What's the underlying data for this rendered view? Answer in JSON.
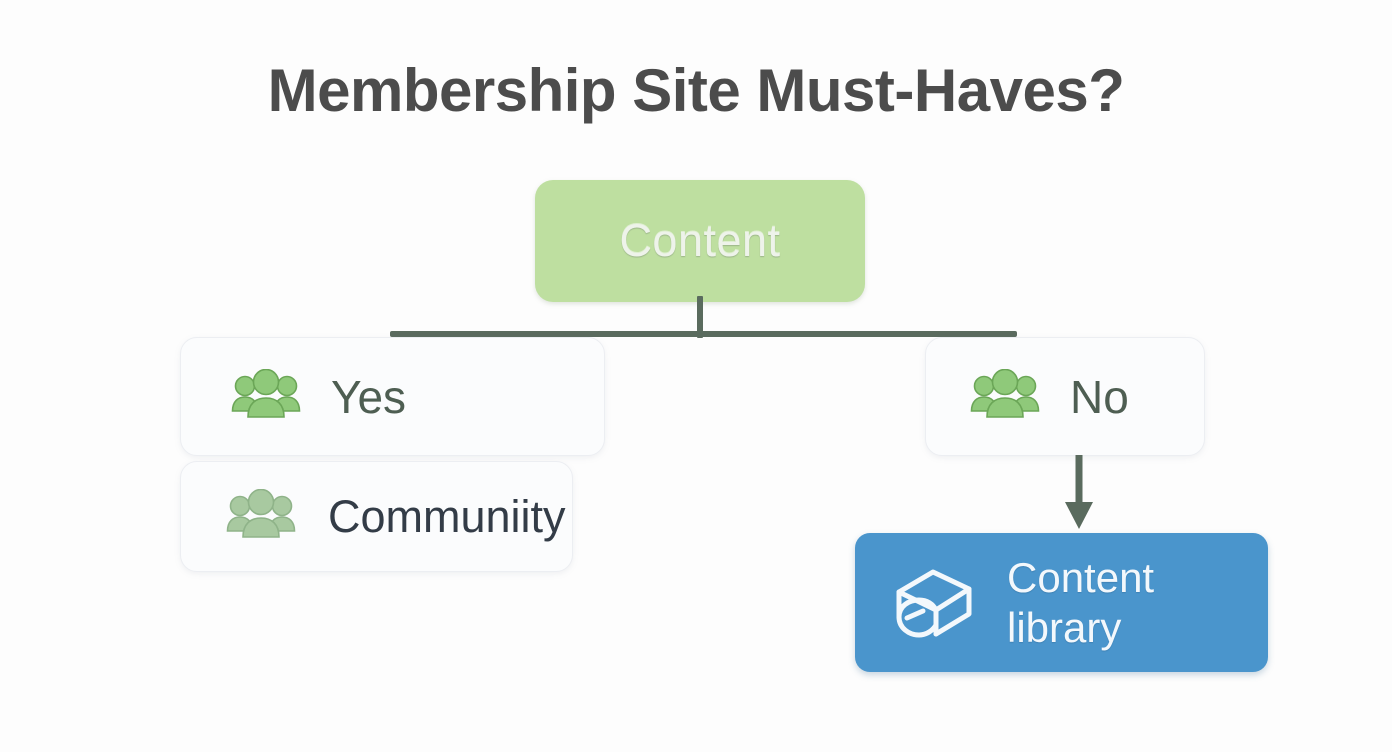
{
  "diagram": {
    "title": "Membership Site Must-Haves?",
    "root": {
      "label": "Content",
      "color": "#bedfa0",
      "text_color": "#eef3ea"
    },
    "branches": [
      {
        "label": "Yes",
        "icon": "people-group-icon",
        "icon_color": "#8fc97a",
        "text_color": "#4e5e52"
      },
      {
        "label": "Communiity",
        "icon": "people-group-icon",
        "icon_color": "#a8c9a0",
        "text_color": "#333c47"
      },
      {
        "label": "No",
        "icon": "people-group-icon",
        "icon_color": "#8fc97a",
        "text_color": "#4e5e52"
      }
    ],
    "leaf": {
      "line1": "Content",
      "line2": "library",
      "icon": "book-icon",
      "color": "#4a95cc",
      "text_color": "#f3f8fc"
    },
    "connector_color": "#5a6b5e"
  }
}
